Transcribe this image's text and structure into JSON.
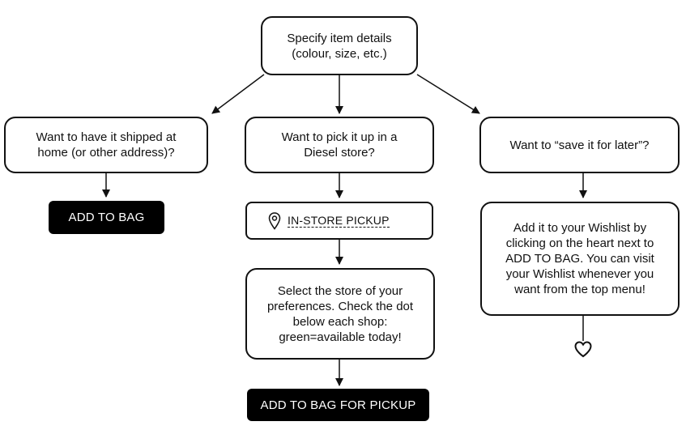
{
  "nodes": {
    "start": "Specify item details (colour, size, etc.)",
    "ship_home": "Want to have it shipped at home (or other address)?",
    "store_pickup": "Want to pick it up in a Diesel store?",
    "save_later": "Want to “save it for later”?",
    "select_store": "Select the store of your preferences. Check the dot below each shop: green=available today!",
    "wishlist_info": "Add it to your Wishlist by clicking on the heart next to ADD TO BAG. You can visit your Wishlist whenever you want from the top menu!"
  },
  "buttons": {
    "add_to_bag": "ADD TO BAG",
    "in_store_pickup": "IN-STORE PICKUP",
    "add_to_bag_pickup": "ADD TO BAG FOR PICKUP"
  },
  "icons": {
    "location": "location-pin-icon",
    "wishlist": "heart-icon"
  },
  "colors": {
    "button_bg": "#000000",
    "button_text": "#ffffff",
    "border": "#111111"
  }
}
